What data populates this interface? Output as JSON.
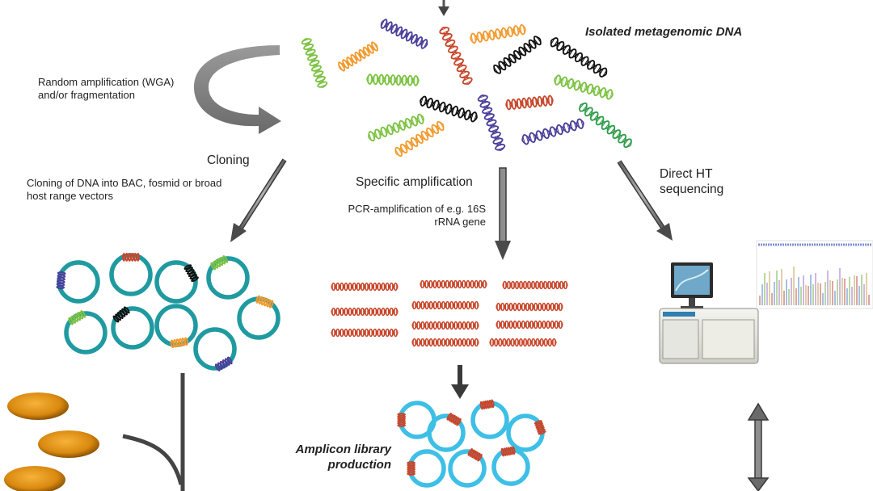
{
  "labels": {
    "isolated_dna": "Isolated metagenomic DNA",
    "random_amplification": "Random amplification (WGA)\nand/or fragmentation",
    "cloning": "Cloning",
    "cloning_desc": "Cloning of DNA into BAC, fosmid or broad\nhost range vectors",
    "specific_amplification": "Specific amplification",
    "pcr_desc": "PCR-amplification of e.g. 16S\nrRNA gene",
    "direct_ht": "Direct HT\nsequencing",
    "amplicon_library": "Amplicon library\nproduction"
  },
  "colors": {
    "strand_green": "#7cc242",
    "strand_orange": "#f29a2e",
    "strand_purple": "#4b3f9a",
    "strand_red": "#c8472c",
    "strand_black": "#111111",
    "strand_darkgreen": "#2f9e4a",
    "plasmid_teal": "#1f9aa0",
    "plasmid_cyan": "#3dbfe6",
    "arrow_gray": "#7d7d7d",
    "cell_orange": "#d9890f"
  }
}
